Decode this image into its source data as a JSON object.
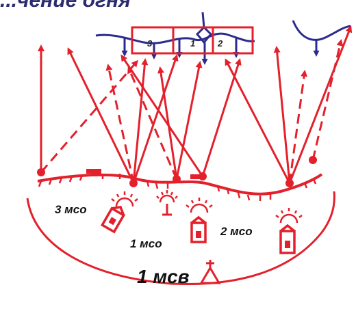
{
  "title": "...чение огня",
  "colors": {
    "fire": "#e3202b",
    "enemy": "#2b2b8e",
    "text": "#111111",
    "background": "#ffffff"
  },
  "fire_zones": [
    "3",
    "1",
    "2"
  ],
  "units": {
    "mco3": "3 мсо",
    "mco1": "1 мсо",
    "mco2": "2 мсо",
    "msv1": "1 мсв"
  },
  "icons": [
    "vehicle-icon",
    "squad-leader-icon",
    "platoon-commander-icon",
    "firing-position-icon"
  ]
}
